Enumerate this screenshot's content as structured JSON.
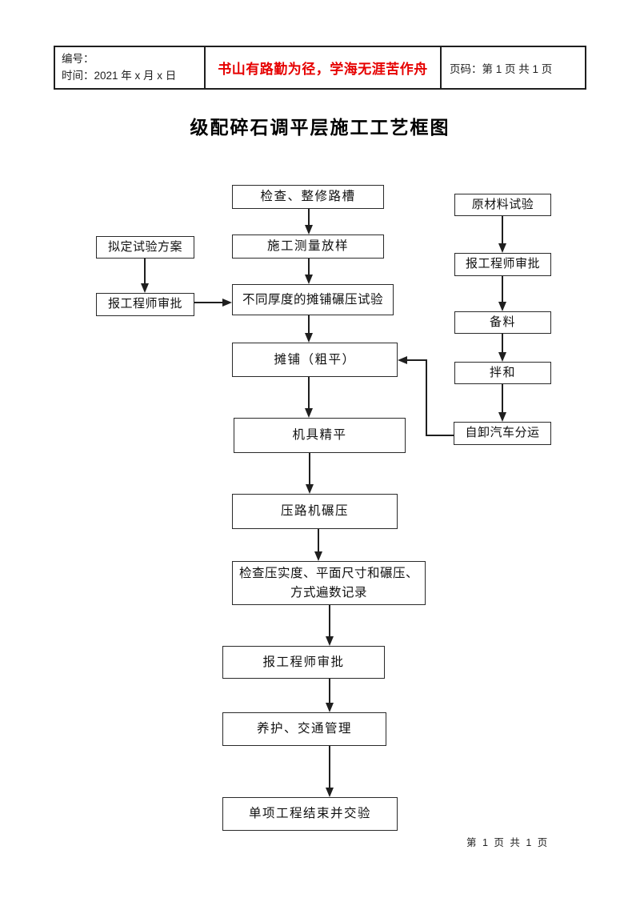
{
  "page": {
    "title": "级配碎石调平层施工工艺框图",
    "footer_page_text": "第 1 页 共 1 页"
  },
  "header": {
    "number_line": "编号：",
    "time_line": "时间：2021 年 x 月 x 日",
    "motto": "书山有路勤为径，学海无涯苦作舟",
    "page_info": "页码：第 1 页  共 1 页"
  },
  "flowchart": {
    "main_column": [
      "检查、整修路槽",
      "施工测量放样",
      "不同厚度的摊铺碾压试验",
      "摊铺（粗平）",
      "机具精平",
      "压路机碾压",
      "检查压实度、平面尺寸和碾压、方式遍数记录",
      "报工程师审批",
      "养护、交通管理",
      "单项工程结束并交验"
    ],
    "left_branch": [
      "拟定试验方案",
      "报工程师审批"
    ],
    "right_branch": [
      "原材料试验",
      "报工程师审批",
      "备料",
      "拌和",
      "自卸汽车分运"
    ],
    "edges": [
      "检查、整修路槽 → 施工测量放样",
      "施工测量放样 → 不同厚度的摊铺碾压试验",
      "不同厚度的摊铺碾压试验 → 摊铺（粗平）",
      "摊铺（粗平） → 机具精平",
      "机具精平 → 压路机碾压",
      "压路机碾压 → 检查压实度、平面尺寸和碾压、方式遍数记录",
      "检查压实度、平面尺寸和碾压、方式遍数记录 → 报工程师审批",
      "报工程师审批 → 养护、交通管理",
      "养护、交通管理 → 单项工程结束并交验",
      "拟定试验方案 → 报工程师审批(左)",
      "报工程师审批(左) → 不同厚度的摊铺碾压试验",
      "原材料试验 → 报工程师审批(右)",
      "报工程师审批(右) → 备料",
      "备料 → 拌和",
      "拌和 → 自卸汽车分运",
      "自卸汽车分运 → 摊铺（粗平）"
    ]
  },
  "colors": {
    "motto_red": "#e60000",
    "line_black": "#1f1f1f"
  }
}
